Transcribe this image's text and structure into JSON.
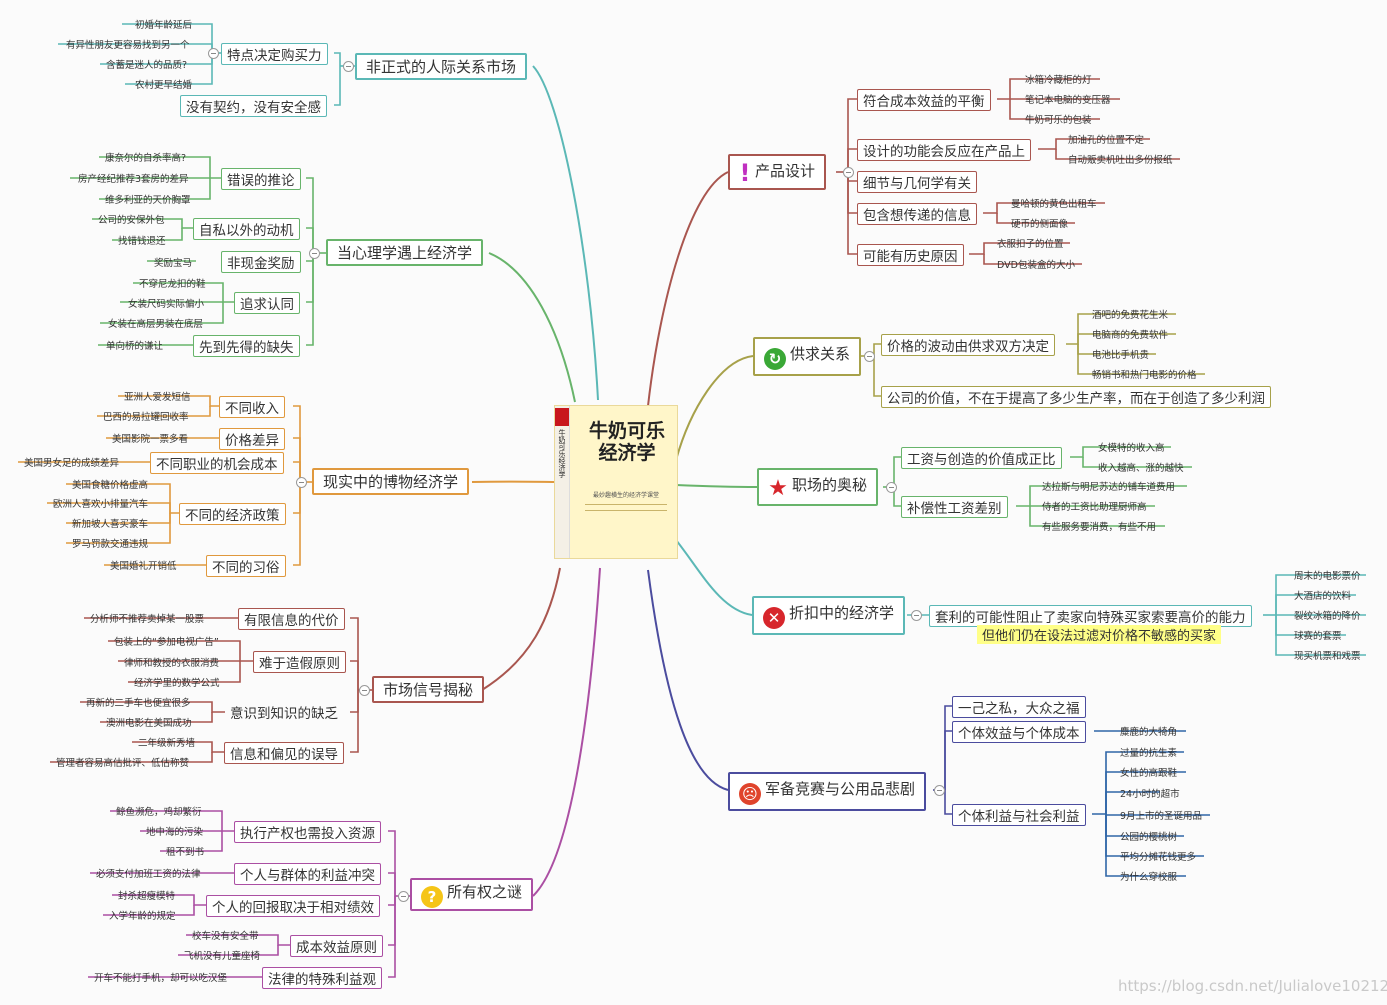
{
  "root": {
    "book_title": "牛奶可乐经济学",
    "book_subtitle": "最妙趣横生的经济学课堂"
  },
  "watermark": "https://blog.csdn.net/Julialove102123",
  "colors": {
    "teal": "#5bb8b6",
    "green": "#68b46b",
    "orange": "#e0993e",
    "brown": "#a9564f",
    "purple": "#ab4fa3",
    "darkred": "#a9564f",
    "olive": "#a7a14a",
    "navy": "#4b4c9e",
    "blue": "#2f66a8",
    "yellow_highlight": "#ffff88"
  },
  "icons": {
    "product": "exclamation-icon",
    "supply": "refresh-icon",
    "workplace": "star-icon",
    "discount": "error-icon",
    "arms": "angry-face-icon",
    "ownership": "question-icon"
  },
  "left": {
    "market": {
      "label": "非正式的人际关系市场",
      "children": [
        {
          "label": "特点决定购买力",
          "leaves": [
            "初婚年龄延后",
            "有异性朋友更容易找到另一个",
            "含蓄是迷人的品质?",
            "农村更早结婚"
          ]
        },
        {
          "label": "没有契约，没有安全感",
          "leaves": []
        }
      ]
    },
    "psych": {
      "label": "当心理学遇上经济学",
      "children": [
        {
          "label": "错误的推论",
          "leaves": [
            "康奈尔的自杀率高?",
            "房产经纪推荐3套房的差异",
            "维多利亚的天价胸罩"
          ]
        },
        {
          "label": "自私以外的动机",
          "leaves": [
            "公司的安保外包",
            "找错钱退还"
          ]
        },
        {
          "label": "非现金奖励",
          "leaves": [
            "奖励宝马"
          ]
        },
        {
          "label": "追求认同",
          "leaves": [
            "不穿尼龙扣的鞋",
            "女装尺码实际偏小",
            "女装在高层男装在底层"
          ]
        },
        {
          "label": "先到先得的缺失",
          "leaves": [
            "单向桥的谦让"
          ]
        }
      ]
    },
    "museum": {
      "label": "现实中的博物经济学",
      "children": [
        {
          "label": "不同收入",
          "leaves": [
            "亚洲人爱发短信",
            "巴西的易拉罐回收率"
          ]
        },
        {
          "label": "价格差异",
          "leaves": [
            "美国影院一票多看"
          ]
        },
        {
          "label": "不同职业的机会成本",
          "leaves": [
            "美国男女足的成绩差异"
          ]
        },
        {
          "label": "不同的经济政策",
          "leaves": [
            "美国食糖价格虚高",
            "欧洲人喜欢小排量汽车",
            "新加坡人喜买豪车",
            "罗马罚款交通违规"
          ]
        },
        {
          "label": "不同的习俗",
          "leaves": [
            "美国婚礼开销低"
          ]
        }
      ]
    },
    "signal": {
      "label": "市场信号揭秘",
      "children": [
        {
          "label": "有限信息的代价",
          "leaves": [
            "分析师不推荐卖掉某一股票"
          ]
        },
        {
          "label": "难于造假原则",
          "leaves": [
            "包装上的“参加电视广告”",
            "律师和教授的衣服消费",
            "经济学里的数学公式"
          ]
        },
        {
          "label": "意识到知识的缺乏",
          "leaves": [
            "再新的二手车也便宜很多",
            "澳洲电影在美国成功"
          ]
        },
        {
          "label": "信息和偏见的误导",
          "leaves": [
            "二年级新秀墙",
            "管理者容易高估批评、低估称赞"
          ]
        }
      ]
    },
    "ownership": {
      "label": "所有权之谜",
      "children": [
        {
          "label": "执行产权也需投入资源",
          "leaves": [
            "鲸鱼濒危，鸡却繁衍",
            "地中海的污染",
            "租不到书"
          ]
        },
        {
          "label": "个人与群体的利益冲突",
          "leaves": [
            "必须支付加班工资的法律"
          ]
        },
        {
          "label": "个人的回报取决于相对绩效",
          "leaves": [
            "封杀超瘦模特",
            "入学年龄的规定"
          ]
        },
        {
          "label": "成本效益原则",
          "leaves": [
            "校车没有安全带",
            "飞机没有儿童座椅"
          ]
        },
        {
          "label": "法律的特殊利益观",
          "leaves": [
            "开车不能打手机，却可以吃汉堡"
          ]
        }
      ]
    }
  },
  "right": {
    "product": {
      "label": "产品设计",
      "children": [
        {
          "label": "符合成本效益的平衡",
          "leaves": [
            "冰箱冷藏柜的灯",
            "笔记本电脑的变压器",
            "牛奶可乐的包装"
          ]
        },
        {
          "label": "设计的功能会反应在产品上",
          "leaves": [
            "加油孔的位置不定",
            "自动贩卖机吐出多份报纸"
          ]
        },
        {
          "label": "细节与几何学有关",
          "leaves": []
        },
        {
          "label": "包含想传递的信息",
          "leaves": [
            "曼哈顿的黄色出租车",
            "硬币的侧面像"
          ]
        },
        {
          "label": "可能有历史原因",
          "leaves": [
            "衣服扣子的位置",
            "DVD包装盒的大小"
          ]
        }
      ]
    },
    "supply": {
      "label": "供求关系",
      "children": [
        {
          "label": "价格的波动由供求双方决定",
          "leaves": [
            "酒吧的免费花生米",
            "电脑商的免费软件",
            "电池比手机贵",
            "畅销书和热门电影的价格"
          ]
        },
        {
          "label": "公司的价值，不在于提高了多少生产率，而在于创造了多少利润",
          "leaves": []
        }
      ]
    },
    "workplace": {
      "label": "职场的奥秘",
      "children": [
        {
          "label": "工资与创造的价值成正比",
          "leaves": [
            "女模特的收入高",
            "收入越高、涨的越快"
          ]
        },
        {
          "label": "补偿性工资差别",
          "leaves": [
            "达拉斯与明尼苏达的铺车道费用",
            "侍者的工资比助理厨师高",
            "有些服务要消费，有些不用"
          ]
        }
      ]
    },
    "discount": {
      "label": "折扣中的经济学",
      "children": [
        {
          "label": "套利的可能性阻止了卖家向特殊买家索要高价的能力",
          "leaves": [
            "周末的电影票价",
            "大酒店的饮料",
            "裂纹冰箱的降价",
            "球赛的套票",
            "现买机票和戏票"
          ]
        }
      ],
      "note": "但他们仍在设法过滤对价格不敏感的买家"
    },
    "arms": {
      "label": "军备竞赛与公用品悲剧",
      "children": [
        {
          "label": "一己之私，大众之福",
          "leaves": []
        },
        {
          "label": "个体效益与个体成本",
          "leaves": [
            "麋鹿的大犄角"
          ]
        },
        {
          "label": "个体利益与社会利益",
          "leaves": [
            "过量的抗生素",
            "女性的高跟鞋",
            "24小时的超市",
            "9月上市的圣诞用品",
            "公园的樱桃树",
            "平均分摊花钱更多",
            "为什么穿校服"
          ]
        }
      ]
    }
  }
}
